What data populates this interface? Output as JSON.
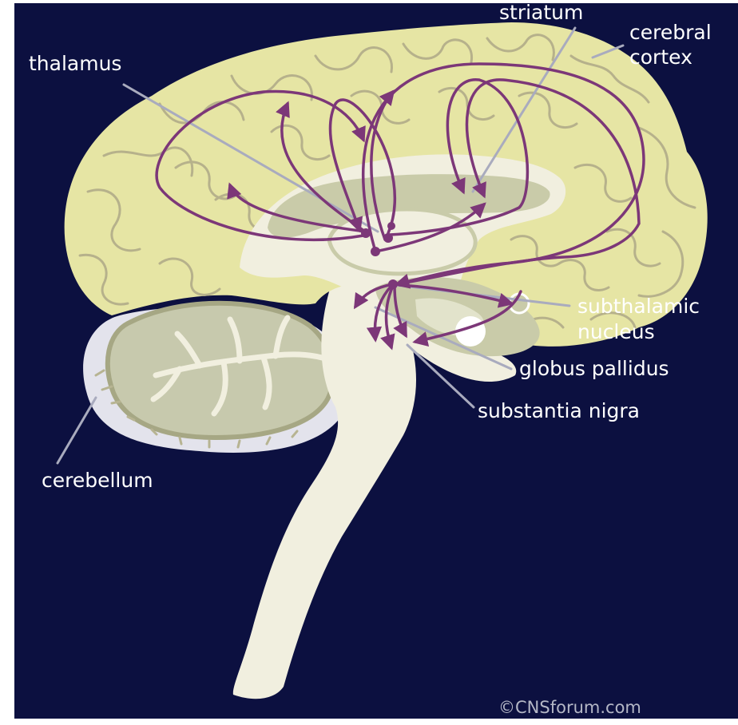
{
  "diagram": {
    "labels": {
      "striatum": "striatum",
      "cerebral_cortex_line1": "cerebral",
      "cerebral_cortex_line2": "cortex",
      "thalamus": "thalamus",
      "subthalamic_line1": "subthalamic",
      "subthalamic_line2": "nucleus",
      "globus_pallidus": "globus pallidus",
      "substantia_nigra": "substantia nigra",
      "cerebellum": "cerebellum"
    },
    "credit": "©CNSforum.com"
  },
  "colors": {
    "background": "#0c1040",
    "cortex": "#e6e5a4",
    "white_matter": "#f1efdf",
    "deep_nuclei": "#c9cba9",
    "cerebellum_outer": "#e3e3ec",
    "cerebellum_inner": "#c7c9ad",
    "pathway": "#7c3778",
    "leader_line": "#a9abbe"
  }
}
